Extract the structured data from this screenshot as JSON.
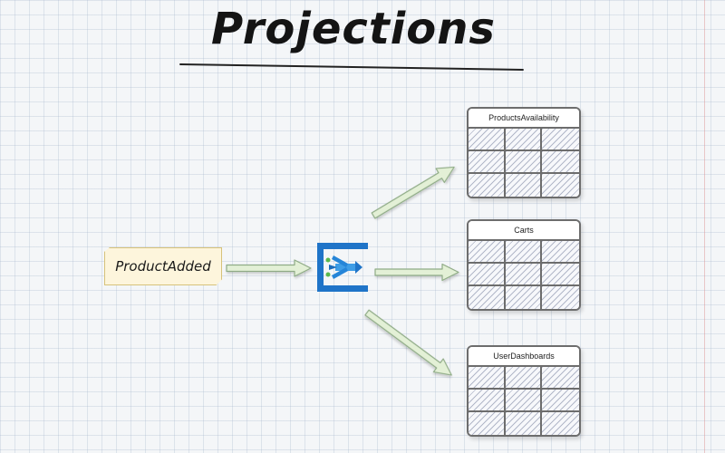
{
  "title": "Projections",
  "event": {
    "label": "ProductAdded"
  },
  "processor": {
    "icon": "event-processor-icon",
    "color": "#1f74c8"
  },
  "projections": [
    {
      "name": "ProductsAvailability"
    },
    {
      "name": "Carts"
    },
    {
      "name": "UserDashboards"
    }
  ],
  "colors": {
    "arrow_fill": "#e3f0d6",
    "arrow_stroke": "#8fab86",
    "card_fill": "#fdf5dc"
  }
}
